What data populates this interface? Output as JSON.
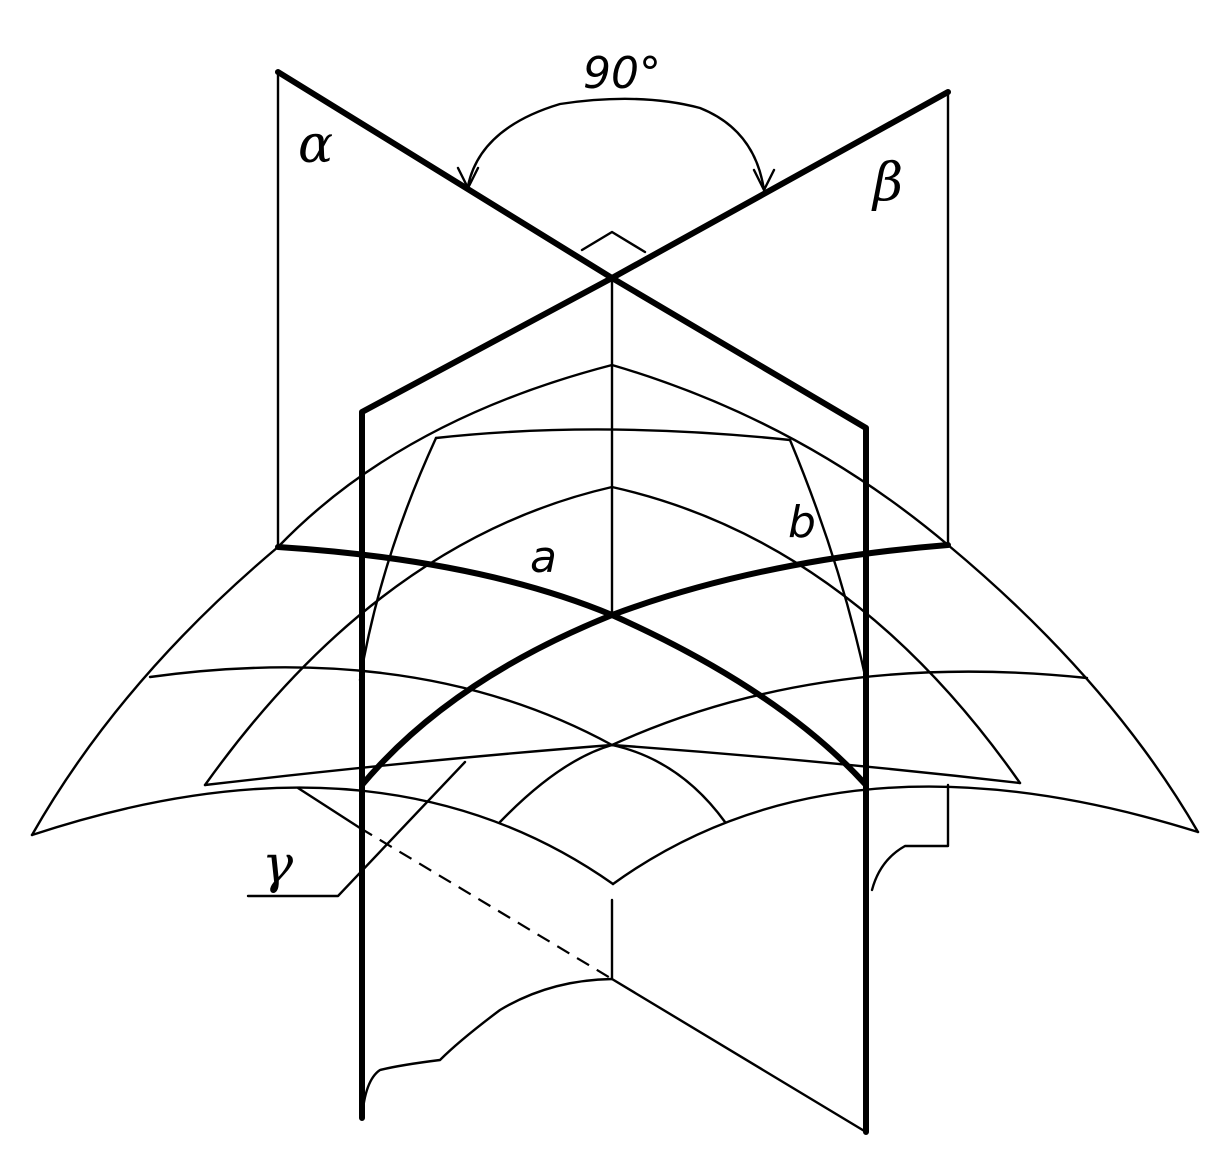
{
  "labels": {
    "angle": "90°",
    "plane_alpha": "α",
    "plane_beta": "β",
    "surface_gamma": "γ",
    "line_a": "a",
    "line_b": "b"
  },
  "colors": {
    "ink": "#000000",
    "paper": "#ffffff"
  }
}
